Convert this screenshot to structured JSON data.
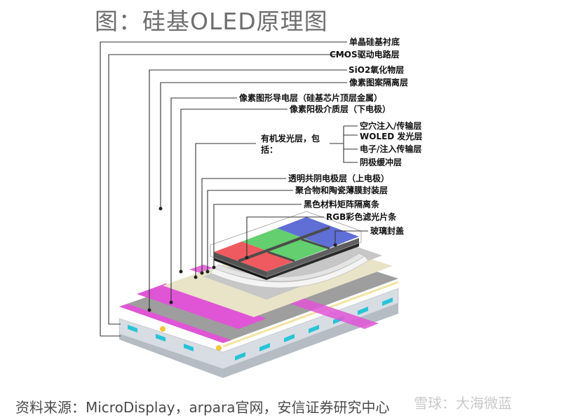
{
  "title": "图：硅基OLED原理图",
  "layers": {
    "l1": "单晶硅基衬底",
    "l2": "CMOS驱动电路层",
    "l3": "SiO2氧化物层",
    "l4": "像素图案隔离层",
    "l5": "像素图形导电层（硅基芯片顶层金属）",
    "l6": "像素阳极介质层（下电极）",
    "l7": "有机发光层，包括：",
    "l7_sub": [
      "空穴注入/传输层",
      "WOLED 发光层",
      "电子/注入传输层",
      "阴极缓冲层"
    ],
    "l8": "透明共阴电极层（上电极）",
    "l9": "聚合物和陶瓷薄膜封装层",
    "l10": "黑色材料矩阵隔离条",
    "l11": "RGB彩色滤光片条",
    "l12": "玻璃封盖"
  },
  "source": "资料来源：MicroDisplay，arpara官网，安信证券研究中心",
  "watermark": "雪球：大海微蓝",
  "colors": {
    "red": "#e8232a",
    "green": "#2fbf3e",
    "blue": "#2a3fc8",
    "magenta": "#e055d6",
    "cyan": "#27c4d8",
    "yellow": "#f2c53d"
  }
}
